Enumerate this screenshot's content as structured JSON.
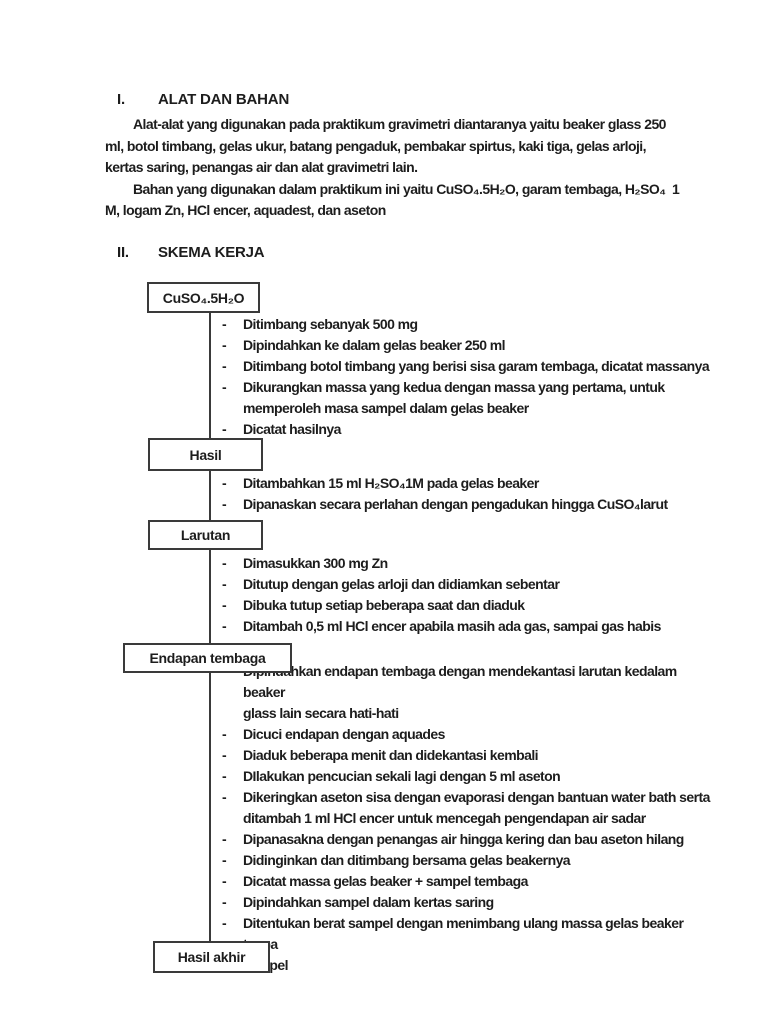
{
  "colors": {
    "page_background": "#ffffff",
    "text": "#1d1d1d",
    "box_border": "#3a3a3a",
    "connector_line": "#3a3a3a"
  },
  "headings": [
    {
      "numeral": "I.",
      "title": "ALAT DAN BAHAN"
    },
    {
      "numeral": "II.",
      "title": "SKEMA KERJA"
    }
  ],
  "paragraphs": {
    "p1": "Alat-alat yang digunakan pada praktikum gravimetri diantaranya yaitu beaker glass 250\nml, botol timbang, gelas ukur, batang pengaduk, pembakar spirtus, kaki tiga, gelas arloji,\nkertas saring, penangas air dan alat gravimetri lain.",
    "p2": "Bahan yang digunakan dalam praktikum ini yaitu CuSO₄.5H₂O, garam tembaga, H₂SO₄  1\nM, logam Zn, HCl encer, aquadest, dan aseton"
  },
  "flowchart": {
    "bullet_marker": "-",
    "groups": [
      {
        "box": "CuSO₄.5H₂O",
        "steps": [
          "Ditimbang sebanyak 500 mg",
          "Dipindahkan ke dalam gelas beaker 250 ml",
          "Ditimbang botol timbang yang berisi sisa garam tembaga, dicatat massanya",
          "Dikurangkan massa yang kedua dengan massa yang pertama, untuk\nmemperoleh masa sampel dalam gelas beaker",
          "Dicatat hasilnya"
        ]
      },
      {
        "box": "Hasil",
        "steps": [
          "Ditambahkan 15 ml H₂SO₄1M pada gelas beaker",
          "Dipanaskan secara perlahan dengan pengadukan hingga CuSO₄larut"
        ]
      },
      {
        "box": "Larutan",
        "steps": [
          "Dimasukkan 300 mg Zn",
          "Ditutup dengan gelas arloji dan didiamkan sebentar",
          "Dibuka tutup setiap beberapa saat dan diaduk",
          "Ditambah 0,5 ml HCl encer apabila masih ada gas, sampai gas habis"
        ]
      },
      {
        "box": "Endapan tembaga",
        "steps": [
          "Dipindahkan endapan tembaga dengan mendekantasi larutan kedalam beaker\nglass lain secara hati-hati",
          "Dicuci endapan dengan aquades",
          "Diaduk beberapa menit dan didekantasi kembali",
          "DIlakukan pencucian sekali lagi dengan 5 ml aseton",
          "Dikeringkan aseton sisa dengan evaporasi dengan bantuan water bath serta\nditambah 1 ml HCl encer untuk mencegah pengendapan air sadar",
          "Dipanasakna dengan penangas air hingga kering dan bau aseton hilang",
          "Didinginkan dan ditimbang bersama gelas beakernya",
          "Dicatat massa gelas beaker + sampel tembaga",
          "Dipindahkan sampel dalam kertas saring",
          "Ditentukan berat sampel dengan menimbang ulang massa gelas beaker tanpa\nsampel"
        ]
      },
      {
        "box": "Hasil akhir",
        "steps": []
      }
    ]
  }
}
